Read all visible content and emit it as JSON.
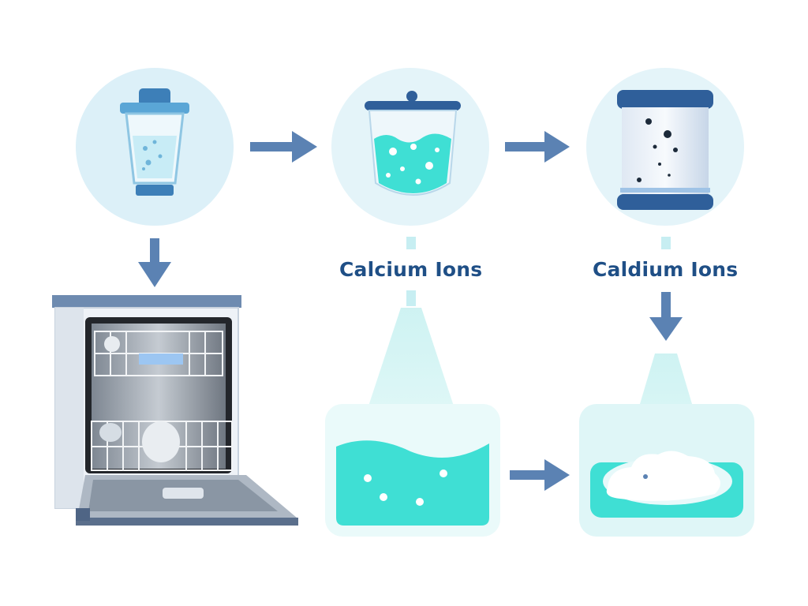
{
  "labels": {
    "left": "Calcium Ions",
    "right": "Caldium Ions"
  },
  "colors": {
    "label_text": "#1f4f86",
    "arrow": "#5b82b3",
    "circle_bg": "#dcf0f8",
    "water": "#3fdfd4",
    "container_frame": "#2f5f9a"
  },
  "nodes": [
    {
      "id": "water-filter",
      "icon": "water-filter-pitcher-icon"
    },
    {
      "id": "water-ions",
      "icon": "ion-water-container-icon"
    },
    {
      "id": "softener-tank",
      "icon": "softener-cartridge-icon"
    },
    {
      "id": "dishwasher",
      "icon": "dishwasher-icon"
    },
    {
      "id": "ion-water-basin",
      "icon": "water-basin-icon"
    },
    {
      "id": "scale-deposit-basin",
      "icon": "scale-deposit-icon"
    }
  ],
  "edges": [
    {
      "from": "water-filter",
      "to": "water-ions"
    },
    {
      "from": "water-ions",
      "to": "softener-tank"
    },
    {
      "from": "water-filter",
      "to": "dishwasher"
    },
    {
      "from": "softener-tank",
      "to": "scale-deposit-basin"
    },
    {
      "from": "ion-water-basin",
      "to": "scale-deposit-basin"
    }
  ]
}
